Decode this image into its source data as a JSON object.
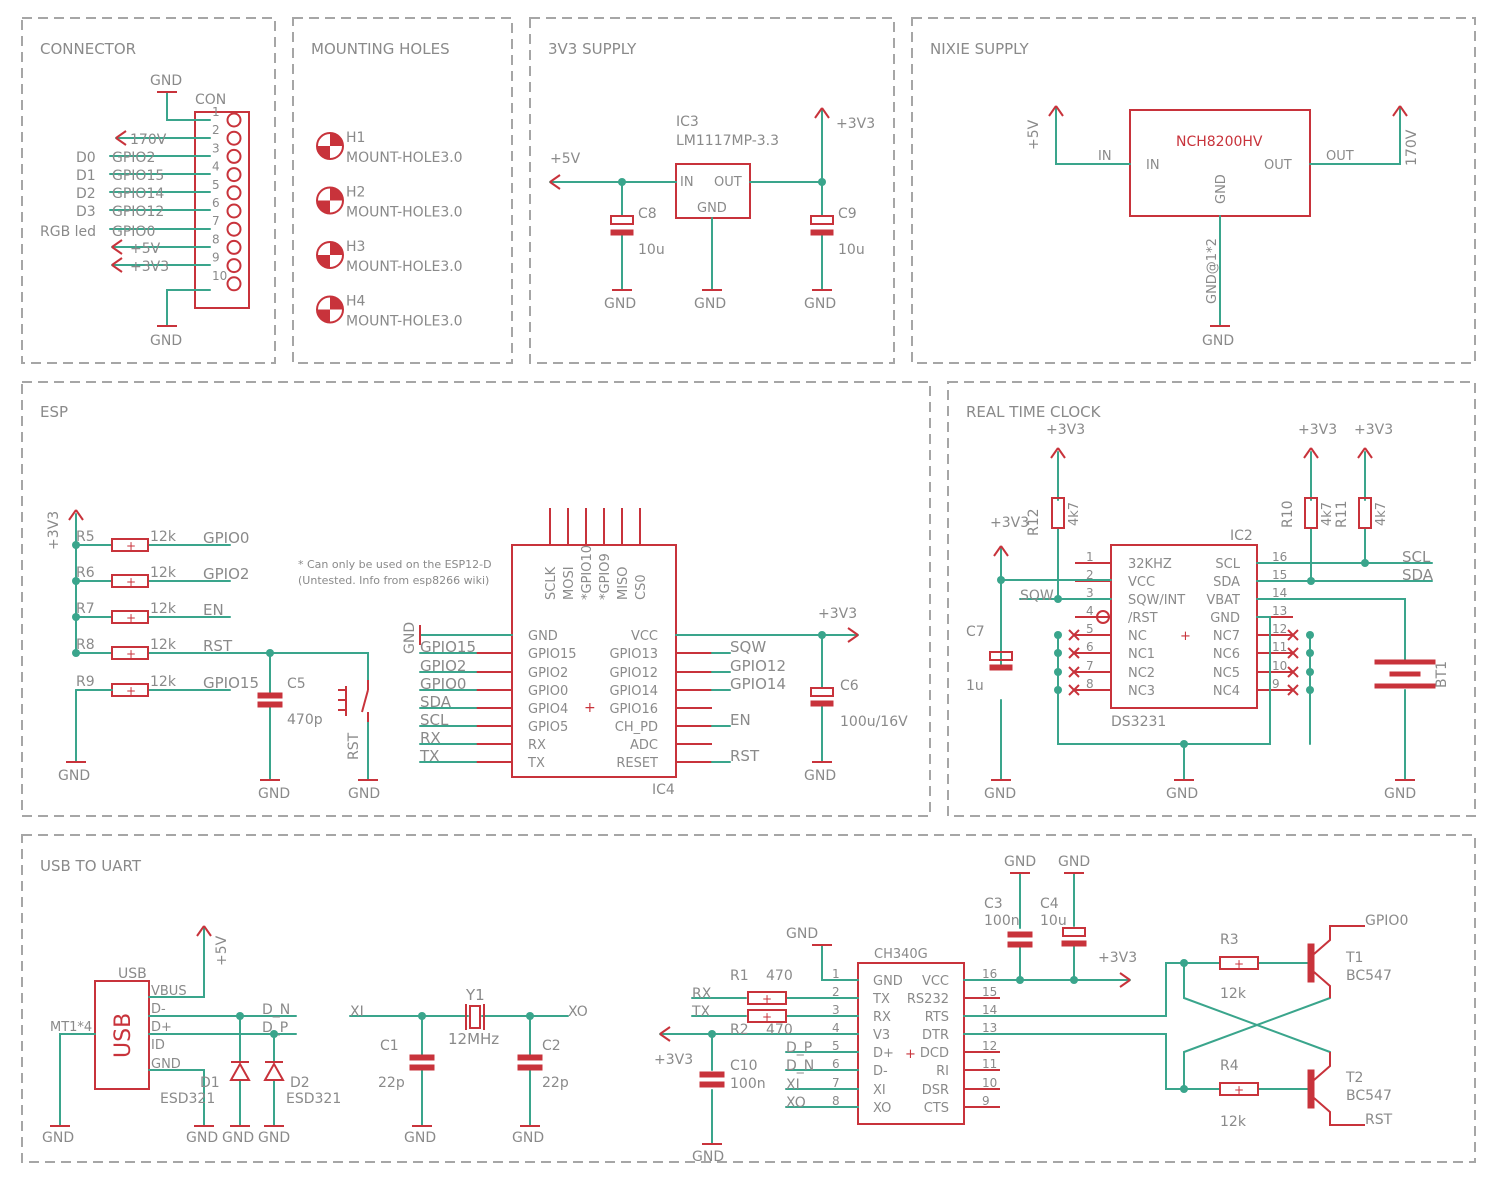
{
  "colors": {
    "wire": "#3aa58c",
    "part": "#c8333b",
    "text": "#8a8a8a",
    "frame": "#a6a6a6"
  },
  "sections": {
    "connector": "CONNECTOR",
    "mounting": "MOUNTING HOLES",
    "supply3v3": "3V3 SUPPLY",
    "nixie": "NIXIE SUPPLY",
    "esp": "ESP",
    "rtc": "REAL TIME CLOCK",
    "usb": "USB TO UART"
  },
  "power": {
    "gnd": "GND",
    "v5": "+5V",
    "v3": "+3V3",
    "v170": "170V"
  },
  "connector": {
    "name": "CON",
    "pins": [
      "1",
      "2",
      "3",
      "4",
      "5",
      "6",
      "7",
      "8",
      "9",
      "10"
    ],
    "left_labels": [
      "D0",
      "D1",
      "D2",
      "D3",
      "RGB led"
    ],
    "nets": [
      "GPIO2",
      "GPIO15",
      "GPIO14",
      "GPIO12",
      "GPIO0"
    ]
  },
  "holes": {
    "names": [
      "H1",
      "H2",
      "H3",
      "H4"
    ],
    "value": "MOUNT-HOLE3.0"
  },
  "supply3v3": {
    "ic": "IC3",
    "ic_value": "LM1117MP-3.3",
    "in": "IN",
    "out": "OUT",
    "gnd": "GND",
    "c8": "C8",
    "c9": "C9",
    "cap_value": "10u"
  },
  "nixie": {
    "part": "NCH8200HV",
    "in": "IN",
    "out": "OUT",
    "gnd": "GND",
    "gnd_pin": "GND@1*2"
  },
  "esp": {
    "resistors": [
      "R5",
      "R6",
      "R7",
      "R8",
      "R9"
    ],
    "res_value": "12k",
    "res_nets": [
      "GPIO0",
      "GPIO2",
      "EN",
      "RST",
      "GPIO15"
    ],
    "c5": "C5",
    "c5_value": "470p",
    "rst_switch": "RST",
    "note_line1": "* Can only be used on the ESP12-D",
    "note_line2": "(Untested. Info from esp8266 wiki)",
    "ic": "IC4",
    "top_pins": [
      "SCLK",
      "MOSI",
      "*GPIO10",
      "*GPIO9",
      "MISO",
      "CS0"
    ],
    "left_pins": [
      "GND",
      "GPIO15",
      "GPIO2",
      "GPIO0",
      "GPIO4",
      "GPIO5",
      "RX",
      "TX"
    ],
    "right_pins": [
      "VCC",
      "GPIO13",
      "GPIO12",
      "GPIO14",
      "GPIO16",
      "CH_PD",
      "ADC",
      "RESET"
    ],
    "left_nets": [
      "GPIO15",
      "GPIO2",
      "GPIO0",
      "SDA",
      "SCL",
      "RX",
      "TX"
    ],
    "right_nets": [
      "SQW",
      "GPIO12",
      "GPIO14",
      "EN",
      "RST"
    ],
    "c6": "C6",
    "c6_value": "100u/16V"
  },
  "rtc": {
    "ic": "IC2",
    "part": "DS3231",
    "left_pins": [
      "32KHZ",
      "VCC",
      "SQW/INT",
      "/RST",
      "NC",
      "NC1",
      "NC2",
      "NC3"
    ],
    "left_nums": [
      "1",
      "2",
      "3",
      "4",
      "5",
      "6",
      "7",
      "8"
    ],
    "right_pins": [
      "SCL",
      "SDA",
      "VBAT",
      "GND",
      "NC7",
      "NC6",
      "NC5",
      "NC4"
    ],
    "right_nums": [
      "16",
      "15",
      "14",
      "13",
      "12",
      "11",
      "10",
      "9"
    ],
    "res": [
      "R12",
      "R10",
      "R11"
    ],
    "res_value": "4k7",
    "c7": "C7",
    "c7_value": "1u",
    "bt": "BT1",
    "nets": {
      "sqw": "SQW",
      "scl": "SCL",
      "sda": "SDA"
    }
  },
  "usb": {
    "conn": "USB",
    "pins": [
      "VBUS",
      "D-",
      "D+",
      "ID",
      "GND"
    ],
    "mt": "MT1*4",
    "d_n": "D_N",
    "d_p": "D_P",
    "d1": "D1",
    "d2": "D2",
    "esd": "ESD321",
    "xi": "XI",
    "xo": "XO",
    "y1": "Y1",
    "y1_value": "12MHz",
    "c1": "C1",
    "c2": "C2",
    "c_value": "22p",
    "ch": "CH340G",
    "ch_left_nums": [
      "1",
      "2",
      "3",
      "4",
      "5",
      "6",
      "7",
      "8"
    ],
    "ch_left": [
      "GND",
      "TX",
      "RX",
      "V3",
      "D+",
      "D-",
      "XI",
      "XO"
    ],
    "ch_right_nums": [
      "16",
      "15",
      "14",
      "13",
      "12",
      "11",
      "10",
      "9"
    ],
    "ch_right": [
      "VCC",
      "RS232",
      "RTS",
      "DTR",
      "DCD",
      "RI",
      "DSR",
      "CTS"
    ],
    "ch_left_nets": [
      "RX",
      "TX",
      "D_P",
      "D_N",
      "XI",
      "XO"
    ],
    "r1": "R1",
    "r2": "R2",
    "r12_value": "470",
    "c10": "C10",
    "c10_value": "100n",
    "c3": "C3",
    "c3_value": "100n",
    "c4": "C4",
    "c4_value": "10u",
    "r3": "R3",
    "r4": "R4",
    "r34_value": "12k",
    "t1": "T1",
    "t2": "T2",
    "t_value": "BC547",
    "gpio0": "GPIO0",
    "rst": "RST"
  }
}
